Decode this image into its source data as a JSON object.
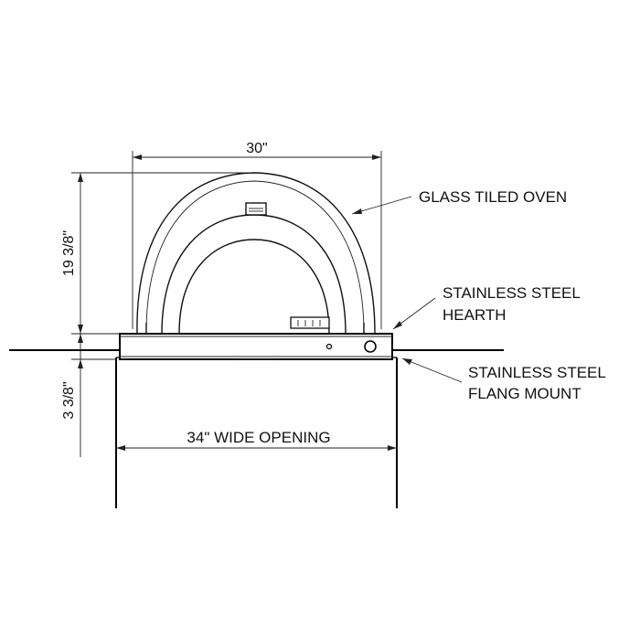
{
  "dimensions": {
    "width_top": "30\"",
    "height_dome": "19 3/8\"",
    "height_flange": "3 3/8\"",
    "opening": "34\" WIDE OPENING"
  },
  "callouts": {
    "oven": "GLASS TILED OVEN",
    "hearth_line1": "STAINLESS STEEL",
    "hearth_line2": "HEARTH",
    "flange_line1": "STAINLESS STEEL",
    "flange_line2": "FLANG MOUNT"
  }
}
